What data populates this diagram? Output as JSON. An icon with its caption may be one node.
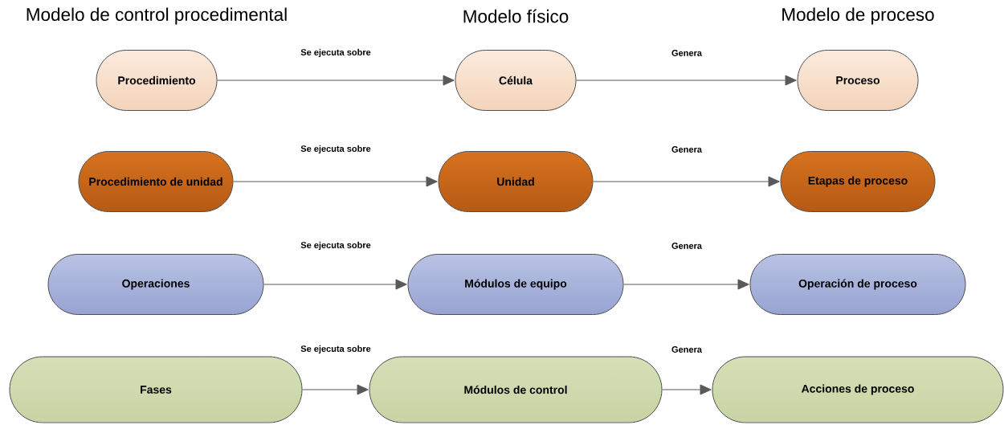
{
  "diagram": {
    "nodes": [
      {
        "text": [
          "Procedimiento"
        ]
      },
      {
        "text": [
          "Célula"
        ]
      },
      {
        "text": [
          "Proceso"
        ]
      },
      {
        "text": [
          "Procedimiento de unidad"
        ]
      },
      {
        "text": [
          "Unidad"
        ]
      },
      {
        "text": [
          "Etapas de proceso"
        ]
      },
      {
        "text": [
          "Operaciones"
        ]
      },
      {
        "text": [
          "Módulos de equipo"
        ]
      },
      {
        "text": [
          "Operación de proceso"
        ]
      },
      {
        "text": [
          "Fases"
        ]
      },
      {
        "text": [
          "Módulos de control"
        ]
      },
      {
        "text": [
          "Acciones de proceso"
        ]
      }
    ],
    "edges": [
      {
        "from": 0,
        "to": 1,
        "arrow": "to",
        "label": "Se ejecuta sobre"
      },
      {
        "from": 1,
        "to": 2,
        "arrow": "to",
        "label": "Genera"
      },
      {
        "from": 3,
        "to": 4,
        "arrow": "to",
        "label": "Se ejecuta sobre"
      },
      {
        "from": 4,
        "to": 5,
        "arrow": "to",
        "label": "Genera"
      },
      {
        "from": 6,
        "to": 7,
        "arrow": "to",
        "label": "Se ejecuta sobre"
      },
      {
        "from": 7,
        "to": 8,
        "arrow": "to",
        "label": "Genera"
      },
      {
        "from": 9,
        "to": 10,
        "arrow": "to",
        "label": "Se ejecuta sobre"
      },
      {
        "from": 10,
        "to": 11,
        "arrow": "to",
        "label": "Genera"
      }
    ],
    "labels": [
      "Modelo de control procedimental",
      "Modelo físico",
      "Modelo de proceso"
    ]
  }
}
